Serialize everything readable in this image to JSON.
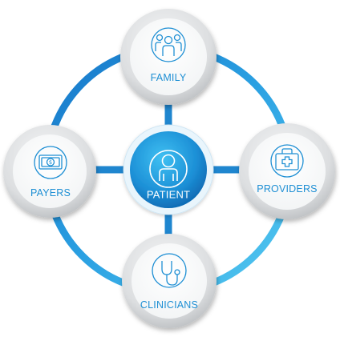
{
  "diagram": {
    "center": {
      "label": "PATIENT",
      "icon": "person-icon"
    },
    "nodes": [
      {
        "key": "family",
        "label": "FAMILY",
        "icon": "family-group-icon"
      },
      {
        "key": "payers",
        "label": "PAYERS",
        "icon": "dollar-bill-icon"
      },
      {
        "key": "providers",
        "label": "PROVIDERS",
        "icon": "medical-kit-icon"
      },
      {
        "key": "clinicians",
        "label": "CLINICIANS",
        "icon": "stethoscope-icon"
      }
    ],
    "colors": {
      "accent": "#1e8fd4",
      "ring_light": "#4fc6f0",
      "ring_dark": "#1577c9",
      "center_light": "#35b7ef",
      "center_dark": "#0d63ad",
      "node_fill": "#ffffff",
      "node_rim": "#d4d6d8"
    }
  }
}
